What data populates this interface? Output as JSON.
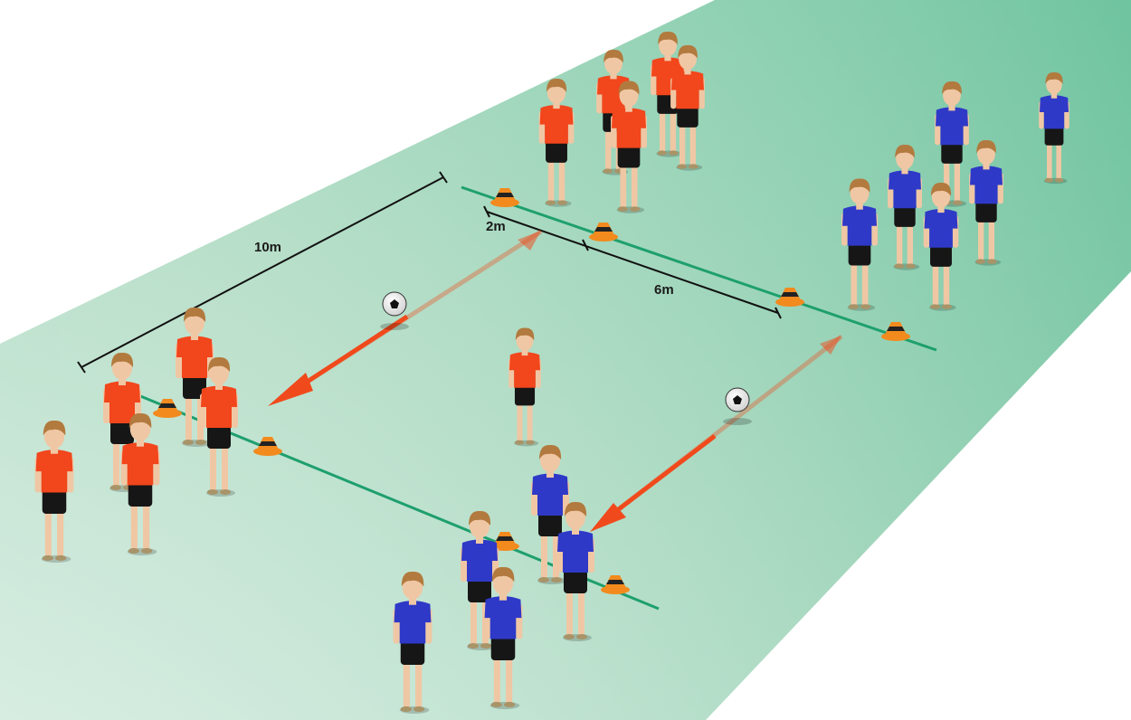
{
  "colors": {
    "field_light": "#bfe2cf",
    "field_mid": "#9fd3bb",
    "field_dark": "#6cc0a0",
    "line": "#1e9f6e",
    "arrow": "#f04a1c",
    "cone_orange": "#f28a1e",
    "cone_stripe": "#222222",
    "team_red_shirt": "#f2461c",
    "team_blue_shirt": "#2f39c7",
    "shorts": "#161616",
    "skin": "#f0c7a4",
    "hair": "#b27a3e",
    "dimension_line": "#111111"
  },
  "dimensions": {
    "long_side": "10m",
    "cone_gap": "2m",
    "short_side": "6m"
  },
  "figures": {
    "red_team_count": 11,
    "blue_team_count": 11,
    "balls": 2,
    "cones": 8
  }
}
